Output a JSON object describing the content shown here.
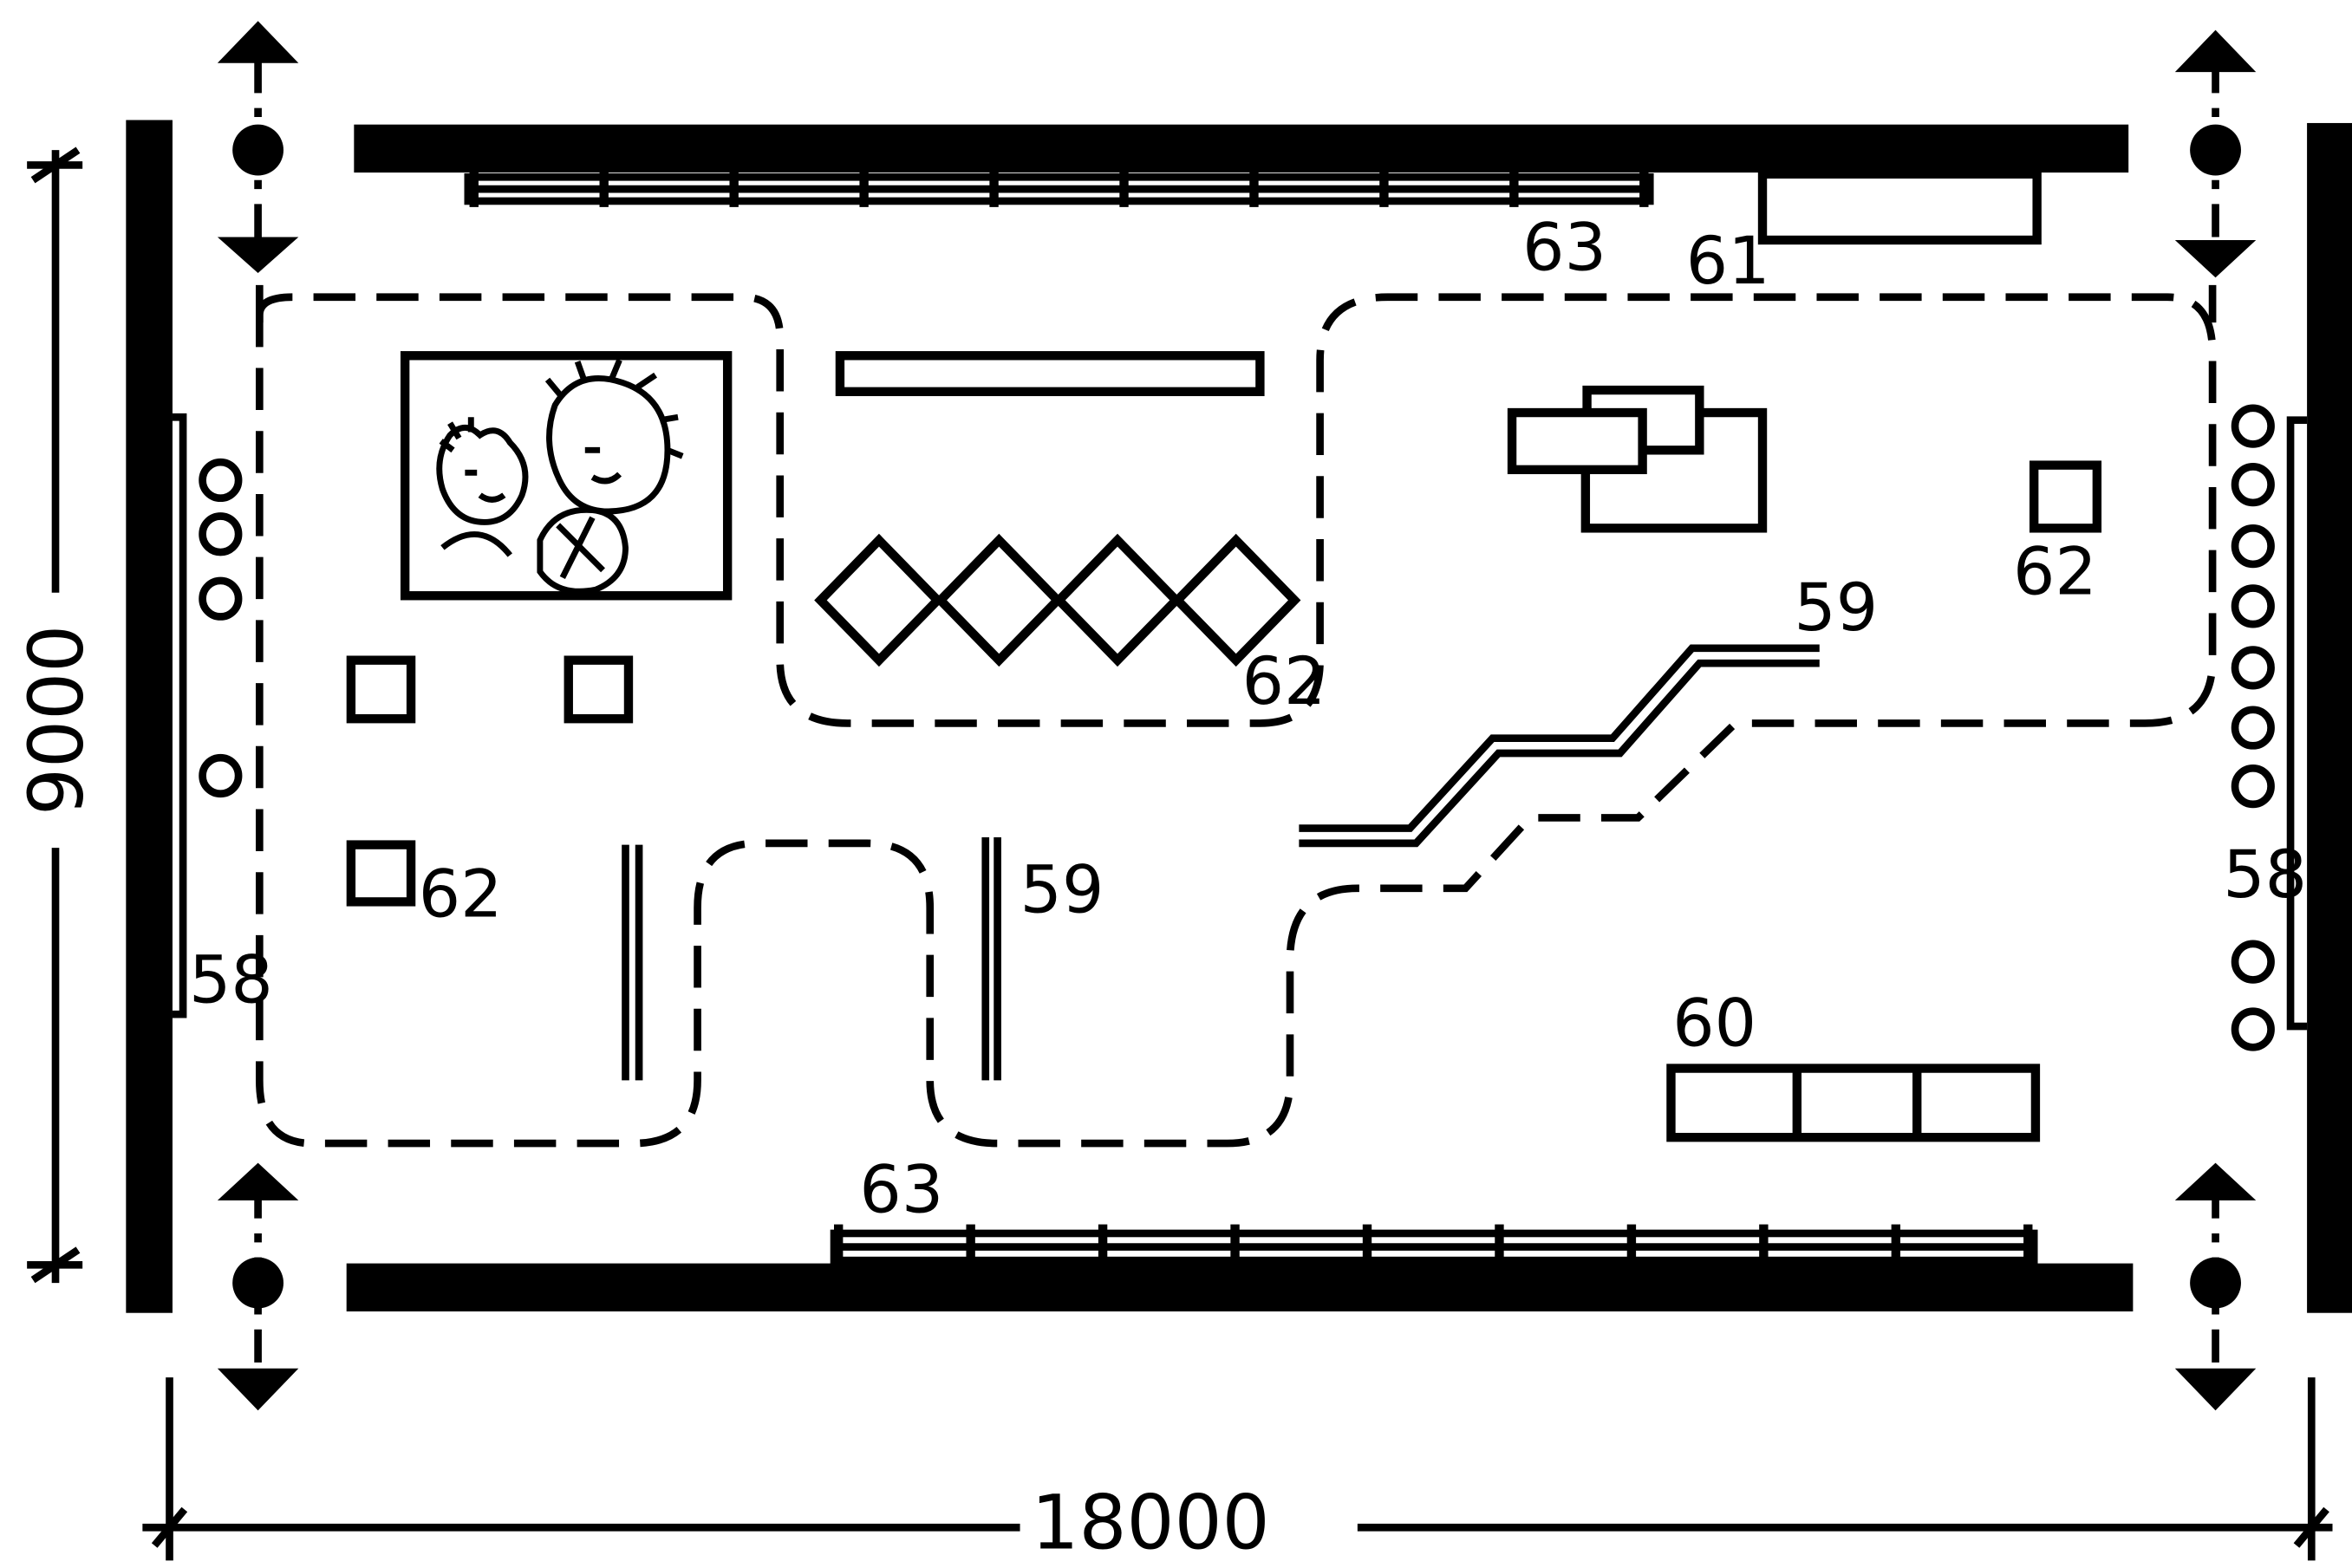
{
  "labels": {
    "l58a": "58",
    "l58b": "58",
    "l59a": "59",
    "l59b": "59",
    "l60": "60",
    "l61": "61",
    "l62a": "62",
    "l62b": "62",
    "l62c": "62",
    "l63a": "63",
    "l63b": "63"
  },
  "dimensions": {
    "width": "18000",
    "depth": "9000"
  }
}
